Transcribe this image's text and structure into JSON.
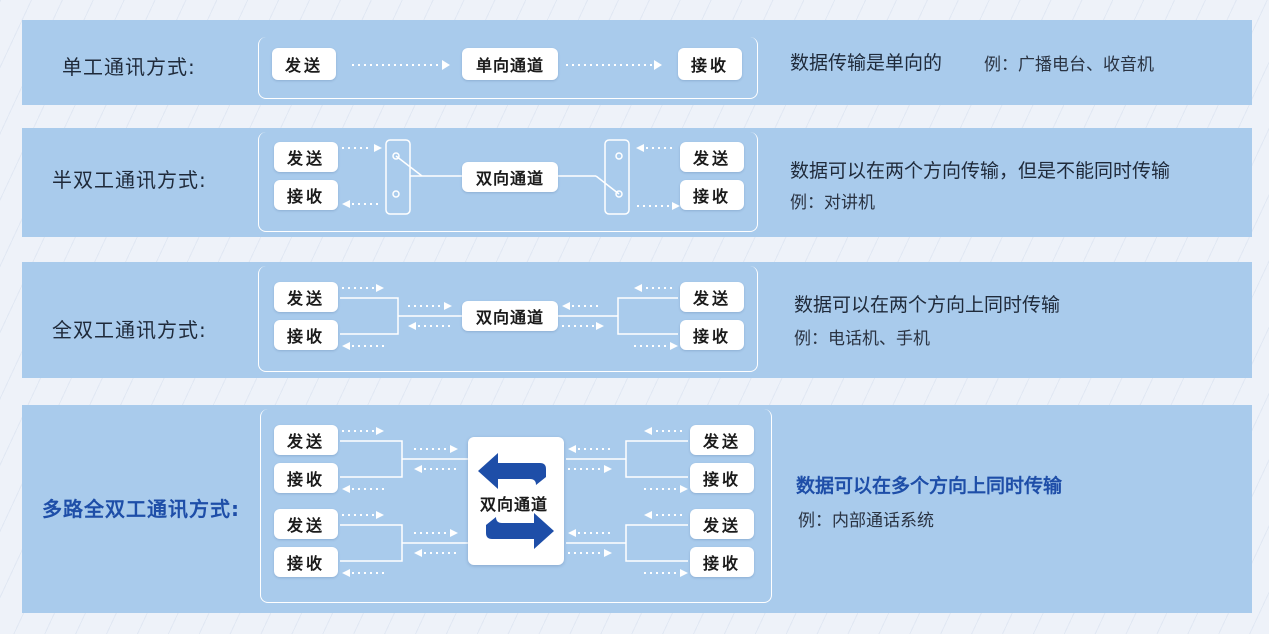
{
  "rows": {
    "simplex": {
      "label": "单工通讯方式:",
      "send": "发送",
      "channel": "单向通道",
      "receive": "接收",
      "desc": "数据传输是单向的",
      "example": "例：广播电台、收音机"
    },
    "half_duplex": {
      "label": "半双工通讯方式:",
      "send_left": "发送",
      "receive_left": "接收",
      "channel": "双向通道",
      "send_right": "发送",
      "receive_right": "接收",
      "desc": "数据可以在两个方向传输，但是不能同时传输",
      "example": "例：对讲机"
    },
    "full_duplex": {
      "label": "全双工通讯方式:",
      "send_left": "发送",
      "receive_left": "接收",
      "channel": "双向通道",
      "send_right": "发送",
      "receive_right": "接收",
      "desc": "数据可以在两个方向上同时传输",
      "example": "例：电话机、手机"
    },
    "multi_full_duplex": {
      "label": "多路全双工通讯方式:",
      "send_left_1": "发送",
      "receive_left_1": "接收",
      "send_left_2": "发送",
      "receive_left_2": "接收",
      "channel": "双向通道",
      "send_right_1": "发送",
      "receive_right_1": "接收",
      "send_right_2": "发送",
      "receive_right_2": "接收",
      "desc": "数据可以在多个方向上同时传输",
      "example": "例：内部通话系统"
    }
  },
  "colors": {
    "panel": "#a9cbec",
    "accent": "#1e4ea8",
    "box": "#ffffff",
    "line": "#ffffff"
  },
  "icons": [
    "dotted-arrow-icon",
    "switch-icon",
    "swap-arrows-icon"
  ]
}
